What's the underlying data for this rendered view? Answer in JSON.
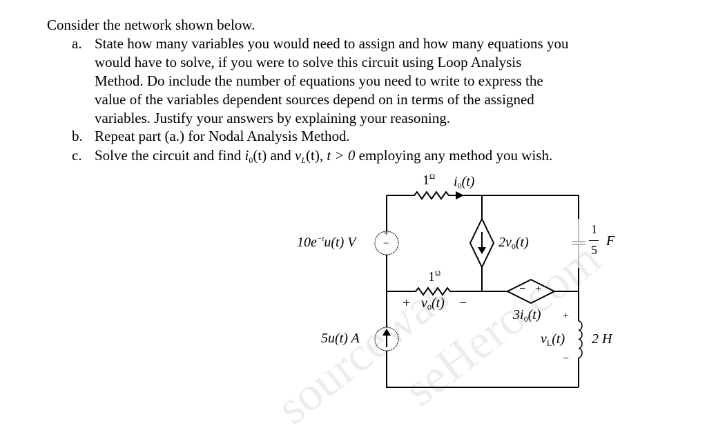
{
  "intro": "Consider the network shown below.",
  "items": [
    {
      "label": "a.",
      "lines": [
        "State how many variables you would need to assign and how many equations you",
        "would have to solve, if you were to solve this circuit using Loop Analysis",
        "Method. Do include the number of equations you need to write to express the",
        "value of the variables dependent sources depend on in terms of the assigned",
        "variables. Justify your answers by explaining your reasoning."
      ]
    },
    {
      "label": "b.",
      "lines": [
        "Repeat part (a.) for Nodal Analysis Method."
      ]
    },
    {
      "label": "c.",
      "parts": {
        "a": "Solve the circuit and find ",
        "i": "i",
        "i_sub": "0",
        "t1": "(t)",
        "and": " and ",
        "v": "v",
        "v_sub": "L",
        "t2": "(t), ",
        "cond": "t > 0",
        "rest": " employing any method you wish."
      }
    }
  ],
  "circuit": {
    "r_top": {
      "value": "1",
      "unit": "Ω"
    },
    "i0": {
      "sym": "i",
      "sub": "0",
      "arg": "(t)"
    },
    "vsrc": {
      "main": "10e",
      "exp": "−t",
      "rest": "u(t) V",
      "plus": "+",
      "minus": "−"
    },
    "dep_current": {
      "coef": "2v",
      "sub": "0",
      "arg": "(t)"
    },
    "capacitor": {
      "num": "1",
      "den": "5",
      "unit": "F"
    },
    "r_mid": {
      "value": "1",
      "unit": "Ω"
    },
    "v0": {
      "plus": "+",
      "sym": "v",
      "sub": "0",
      "arg": "(t)",
      "minus": "−"
    },
    "dep_voltage": {
      "coef": "3i",
      "sub": "0",
      "arg": "(t)",
      "plus": "+",
      "minus": "−"
    },
    "vL": {
      "plus": "+",
      "sym": "v",
      "sub": "L",
      "arg": "(t)",
      "minus": "−"
    },
    "isrc": {
      "label": "5u(t) A"
    },
    "inductor": {
      "label": "2 H"
    }
  },
  "watermark": [
    "sourcewas",
    "seHero.com"
  ]
}
